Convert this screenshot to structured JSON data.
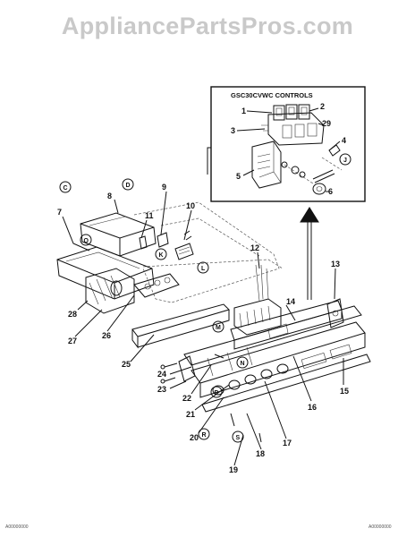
{
  "watermark": "AppliancePartsPros.com",
  "inset": {
    "title": "GSC30CVWC CONTROLS"
  },
  "part_labels": [
    "1",
    "2",
    "3",
    "4",
    "5",
    "6",
    "7",
    "8",
    "9",
    "10",
    "11",
    "12",
    "13",
    "14",
    "15",
    "16",
    "17",
    "18",
    "19",
    "20",
    "21",
    "22",
    "23",
    "24",
    "25",
    "26",
    "27",
    "28",
    "29"
  ],
  "circle_labels": [
    "C",
    "D",
    "J",
    "K",
    "L",
    "M",
    "N",
    "P",
    "Q",
    "R",
    "S"
  ],
  "footer": {
    "left": "A00000000",
    "right": "A00000000"
  },
  "colors": {
    "line": "#111111",
    "watermark": "#c9c9c9",
    "background": "#ffffff"
  }
}
